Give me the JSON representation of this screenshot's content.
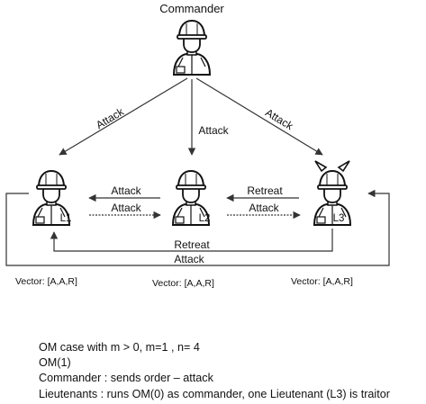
{
  "nodes": {
    "commander": {
      "title": "Commander"
    },
    "l1": {
      "label": "L1",
      "vector": "Vector: [A,A,R]"
    },
    "l2": {
      "label": "L2",
      "vector": "Vector: [A,A,R]"
    },
    "l3": {
      "label": "L3",
      "vector": "Vector: [A,A,R]",
      "traitor": true
    }
  },
  "edges": {
    "cmd_to_l1": "Attack",
    "cmd_to_l2": "Attack",
    "cmd_to_l3": "Attack",
    "l2_to_l1": "Attack",
    "l1_to_l2": "Attack",
    "l3_to_l2": "Retreat",
    "l2_to_l3": "Attack",
    "l3_to_l1": "Retreat",
    "l1_to_l3": "Attack"
  },
  "notes": [
    "OM case with m > 0, m=1 , n= 4",
    "OM(1)",
    "Commander : sends order – attack",
    "Lieutenants : runs OM(0) as commander, one Lieutenant (L3) is traitor"
  ],
  "icons": {
    "commander": "soldier-icon",
    "l1": "soldier-icon",
    "l2": "soldier-icon",
    "l3": "devil-soldier-icon"
  }
}
